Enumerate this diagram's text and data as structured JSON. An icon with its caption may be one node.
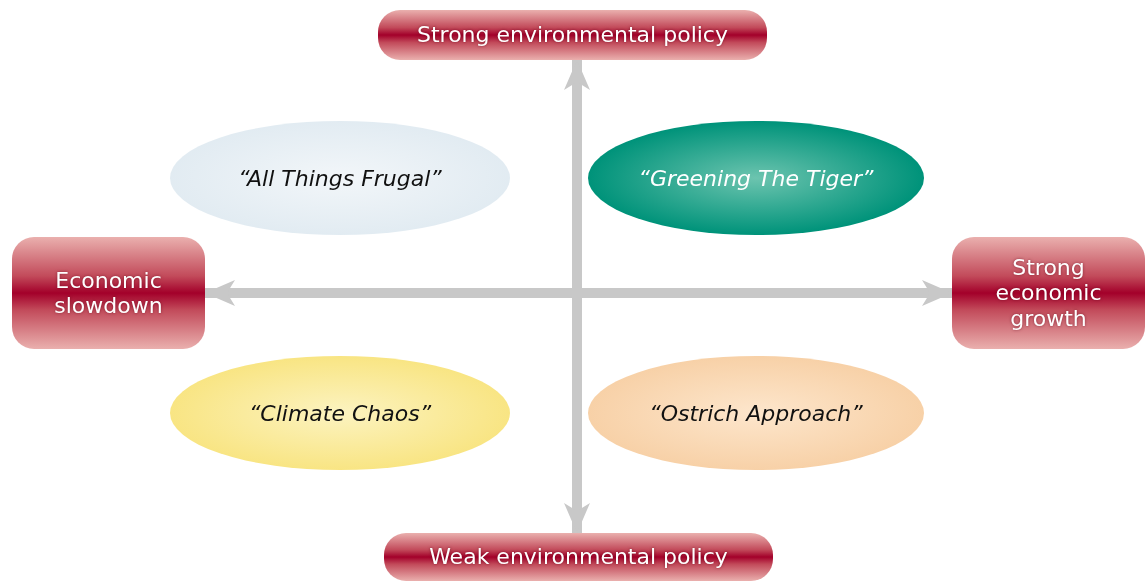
{
  "diagram": {
    "nodes": [
      {
        "text": [
          "Strong environmental policy"
        ]
      },
      {
        "text": [
          "Economic slowdown"
        ]
      },
      {
        "text": [
          "Strong economic growth"
        ]
      },
      {
        "text": [
          "Weak environmental policy"
        ]
      },
      {
        "text": [
          "“All Things Frugal”"
        ]
      },
      {
        "text": [
          "“Greening The Tiger”"
        ]
      },
      {
        "text": [
          "“Climate Chaos”"
        ]
      },
      {
        "text": [
          "“Ostrich Approach”"
        ]
      }
    ],
    "edges": [
      {
        "from": 3,
        "to": 0,
        "arrow": "both"
      },
      {
        "from": 1,
        "to": 2,
        "arrow": "both"
      }
    ]
  }
}
